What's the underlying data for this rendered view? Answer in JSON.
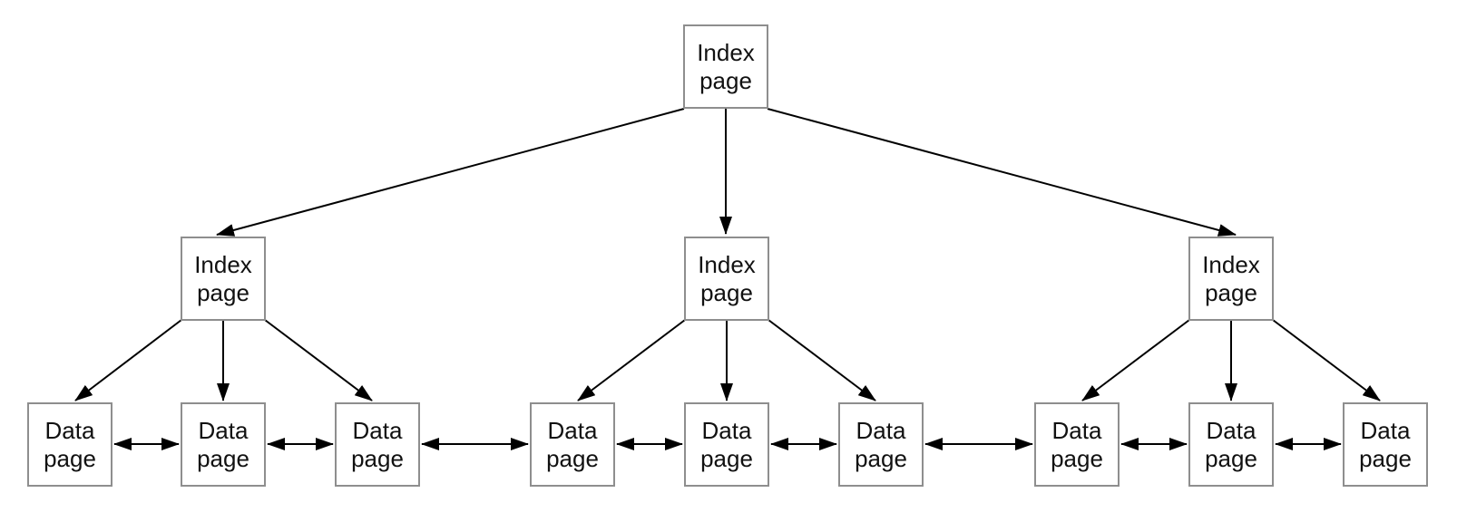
{
  "diagram": {
    "nodes": [
      {
        "id": "root",
        "label": "Index page",
        "level": "root"
      },
      {
        "id": "index-1",
        "label": "Index page",
        "level": "index"
      },
      {
        "id": "index-2",
        "label": "Index page",
        "level": "index"
      },
      {
        "id": "index-3",
        "label": "Index page",
        "level": "index"
      },
      {
        "id": "data-1",
        "label": "Data page",
        "level": "data"
      },
      {
        "id": "data-2",
        "label": "Data page",
        "level": "data"
      },
      {
        "id": "data-3",
        "label": "Data page",
        "level": "data"
      },
      {
        "id": "data-4",
        "label": "Data page",
        "level": "data"
      },
      {
        "id": "data-5",
        "label": "Data page",
        "level": "data"
      },
      {
        "id": "data-6",
        "label": "Data page",
        "level": "data"
      },
      {
        "id": "data-7",
        "label": "Data page",
        "level": "data"
      },
      {
        "id": "data-8",
        "label": "Data page",
        "level": "data"
      },
      {
        "id": "data-9",
        "label": "Data page",
        "level": "data"
      }
    ],
    "edges": [
      {
        "from": "root",
        "to": "index-2",
        "arrow": "single"
      },
      {
        "from": "root",
        "to": "index-1",
        "arrow": "single"
      },
      {
        "from": "root",
        "to": "index-3",
        "arrow": "single"
      },
      {
        "from": "index-1",
        "to": "data-1",
        "arrow": "single"
      },
      {
        "from": "index-1",
        "to": "data-2",
        "arrow": "single"
      },
      {
        "from": "index-1",
        "to": "data-3",
        "arrow": "single"
      },
      {
        "from": "index-2",
        "to": "data-4",
        "arrow": "single"
      },
      {
        "from": "index-2",
        "to": "data-5",
        "arrow": "single"
      },
      {
        "from": "index-2",
        "to": "data-6",
        "arrow": "single"
      },
      {
        "from": "index-3",
        "to": "data-7",
        "arrow": "single"
      },
      {
        "from": "index-3",
        "to": "data-8",
        "arrow": "single"
      },
      {
        "from": "index-3",
        "to": "data-9",
        "arrow": "single"
      },
      {
        "from": "data-1",
        "to": "data-2",
        "arrow": "double"
      },
      {
        "from": "data-2",
        "to": "data-3",
        "arrow": "double"
      },
      {
        "from": "data-3",
        "to": "data-4",
        "arrow": "double"
      },
      {
        "from": "data-4",
        "to": "data-5",
        "arrow": "double"
      },
      {
        "from": "data-5",
        "to": "data-6",
        "arrow": "double"
      },
      {
        "from": "data-6",
        "to": "data-7",
        "arrow": "double"
      },
      {
        "from": "data-7",
        "to": "data-8",
        "arrow": "double"
      },
      {
        "from": "data-8",
        "to": "data-9",
        "arrow": "double"
      }
    ],
    "colors": {
      "background": "#ffffff",
      "box_border": "#8e8e8e",
      "box_fill": "#ffffff",
      "arrow": "#000000",
      "text": "#111111"
    }
  }
}
